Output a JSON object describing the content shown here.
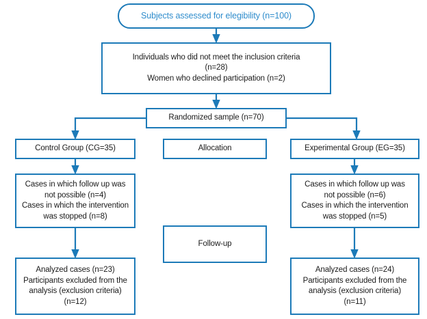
{
  "diagram": {
    "type": "flowchart",
    "subtype": "consort-participant-flow",
    "accent_color": "#1c7ab8",
    "title_text_color": "#2e8ccc",
    "body_text_color": "#1a1a1a",
    "background": "#ffffff",
    "nodes": {
      "eligibility": {
        "label": "Subjects assessed for elegibility (n=100)",
        "shape": "rounded-rectangle",
        "n": 100
      },
      "excluded": {
        "label": "Individuals who did not meet the inclusion criteria\n(n=28)\nWomen who declined participation (n=2)",
        "shape": "rectangle",
        "did_not_meet_inclusion_criteria": 28,
        "declined_participation": 2
      },
      "randomized": {
        "label": "Randomized sample (n=70)",
        "shape": "rectangle",
        "n": 70
      },
      "control_group": {
        "label": "Control Group (CG=35)",
        "shape": "rectangle",
        "n": 35
      },
      "allocation": {
        "label": "Allocation",
        "shape": "rectangle"
      },
      "experimental_group": {
        "label": "Experimental Group (EG=35)",
        "shape": "rectangle",
        "n": 35
      },
      "control_followup": {
        "label": "Cases in which follow up was\nnot possible (n=4)\nCases in which the intervention\nwas stopped (n=8)",
        "shape": "rectangle",
        "follow_up_not_possible": 4,
        "intervention_stopped": 8
      },
      "followup_label": {
        "label": "Follow-up",
        "shape": "rectangle"
      },
      "experimental_followup": {
        "label": "Cases in which follow up was\nnot possible (n=6)\nCases in which the intervention\nwas stopped (n=5)",
        "shape": "rectangle",
        "follow_up_not_possible": 6,
        "intervention_stopped": 5
      },
      "control_analyzed": {
        "label": "Analyzed cases (n=23)\nParticipants excluded from the\nanalysis (exclusion criteria)\n(n=12)",
        "shape": "rectangle",
        "analyzed": 23,
        "excluded": 12
      },
      "experimental_analyzed": {
        "label": "Analyzed cases (n=24)\nParticipants excluded from the\nanalysis (exclusion criteria)\n(n=11)",
        "shape": "rectangle",
        "analyzed": 24,
        "excluded": 11
      }
    },
    "edges": [
      {
        "from": "eligibility",
        "to": "excluded",
        "style": "arrow-down"
      },
      {
        "from": "excluded",
        "to": "randomized",
        "style": "arrow-down"
      },
      {
        "from": "randomized",
        "to": "control_group",
        "style": "elbow-left-arrow-down"
      },
      {
        "from": "randomized",
        "to": "experimental_group",
        "style": "elbow-right-arrow-down"
      },
      {
        "from": "control_group",
        "to": "control_followup",
        "style": "arrow-down"
      },
      {
        "from": "control_followup",
        "to": "control_analyzed",
        "style": "arrow-down"
      },
      {
        "from": "experimental_group",
        "to": "experimental_followup",
        "style": "arrow-down"
      },
      {
        "from": "experimental_followup",
        "to": "experimental_analyzed",
        "style": "arrow-down"
      }
    ]
  }
}
